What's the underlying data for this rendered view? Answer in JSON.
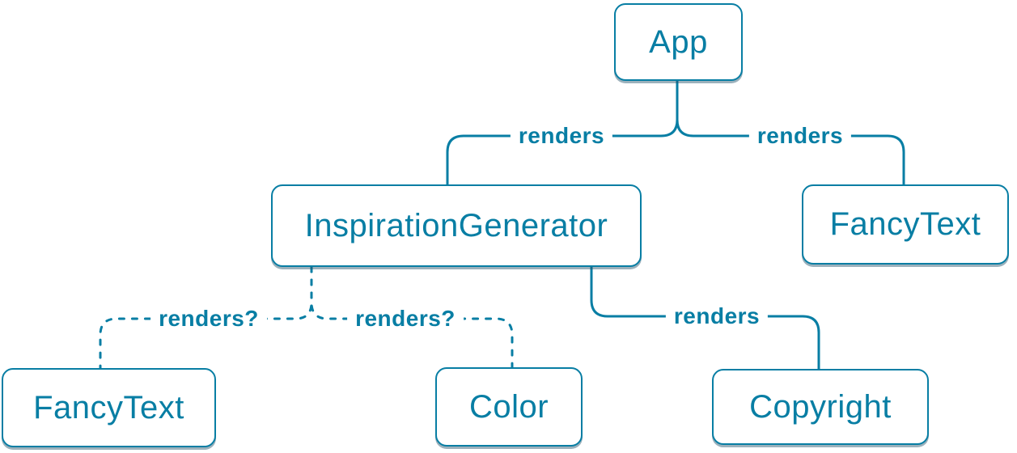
{
  "diagram": {
    "title": "react-component-render-tree",
    "accent_color": "#087EA4",
    "background_color": "#ffffff",
    "nodes": [
      {
        "id": "app",
        "label": "App"
      },
      {
        "id": "inspiration-generator",
        "label": "InspirationGenerator"
      },
      {
        "id": "fancy-text-top",
        "label": "FancyText"
      },
      {
        "id": "fancy-text-bottom",
        "label": "FancyText"
      },
      {
        "id": "color",
        "label": "Color"
      },
      {
        "id": "copyright",
        "label": "Copyright"
      }
    ],
    "edges": [
      {
        "from": "App",
        "to": "InspirationGenerator",
        "label": "renders",
        "style": "solid"
      },
      {
        "from": "App",
        "to": "FancyText",
        "label": "renders",
        "style": "solid"
      },
      {
        "from": "InspirationGenerator",
        "to": "FancyText",
        "label": "renders?",
        "style": "dashed"
      },
      {
        "from": "InspirationGenerator",
        "to": "Color",
        "label": "renders?",
        "style": "dashed"
      },
      {
        "from": "InspirationGenerator",
        "to": "Copyright",
        "label": "renders",
        "style": "solid"
      }
    ]
  }
}
